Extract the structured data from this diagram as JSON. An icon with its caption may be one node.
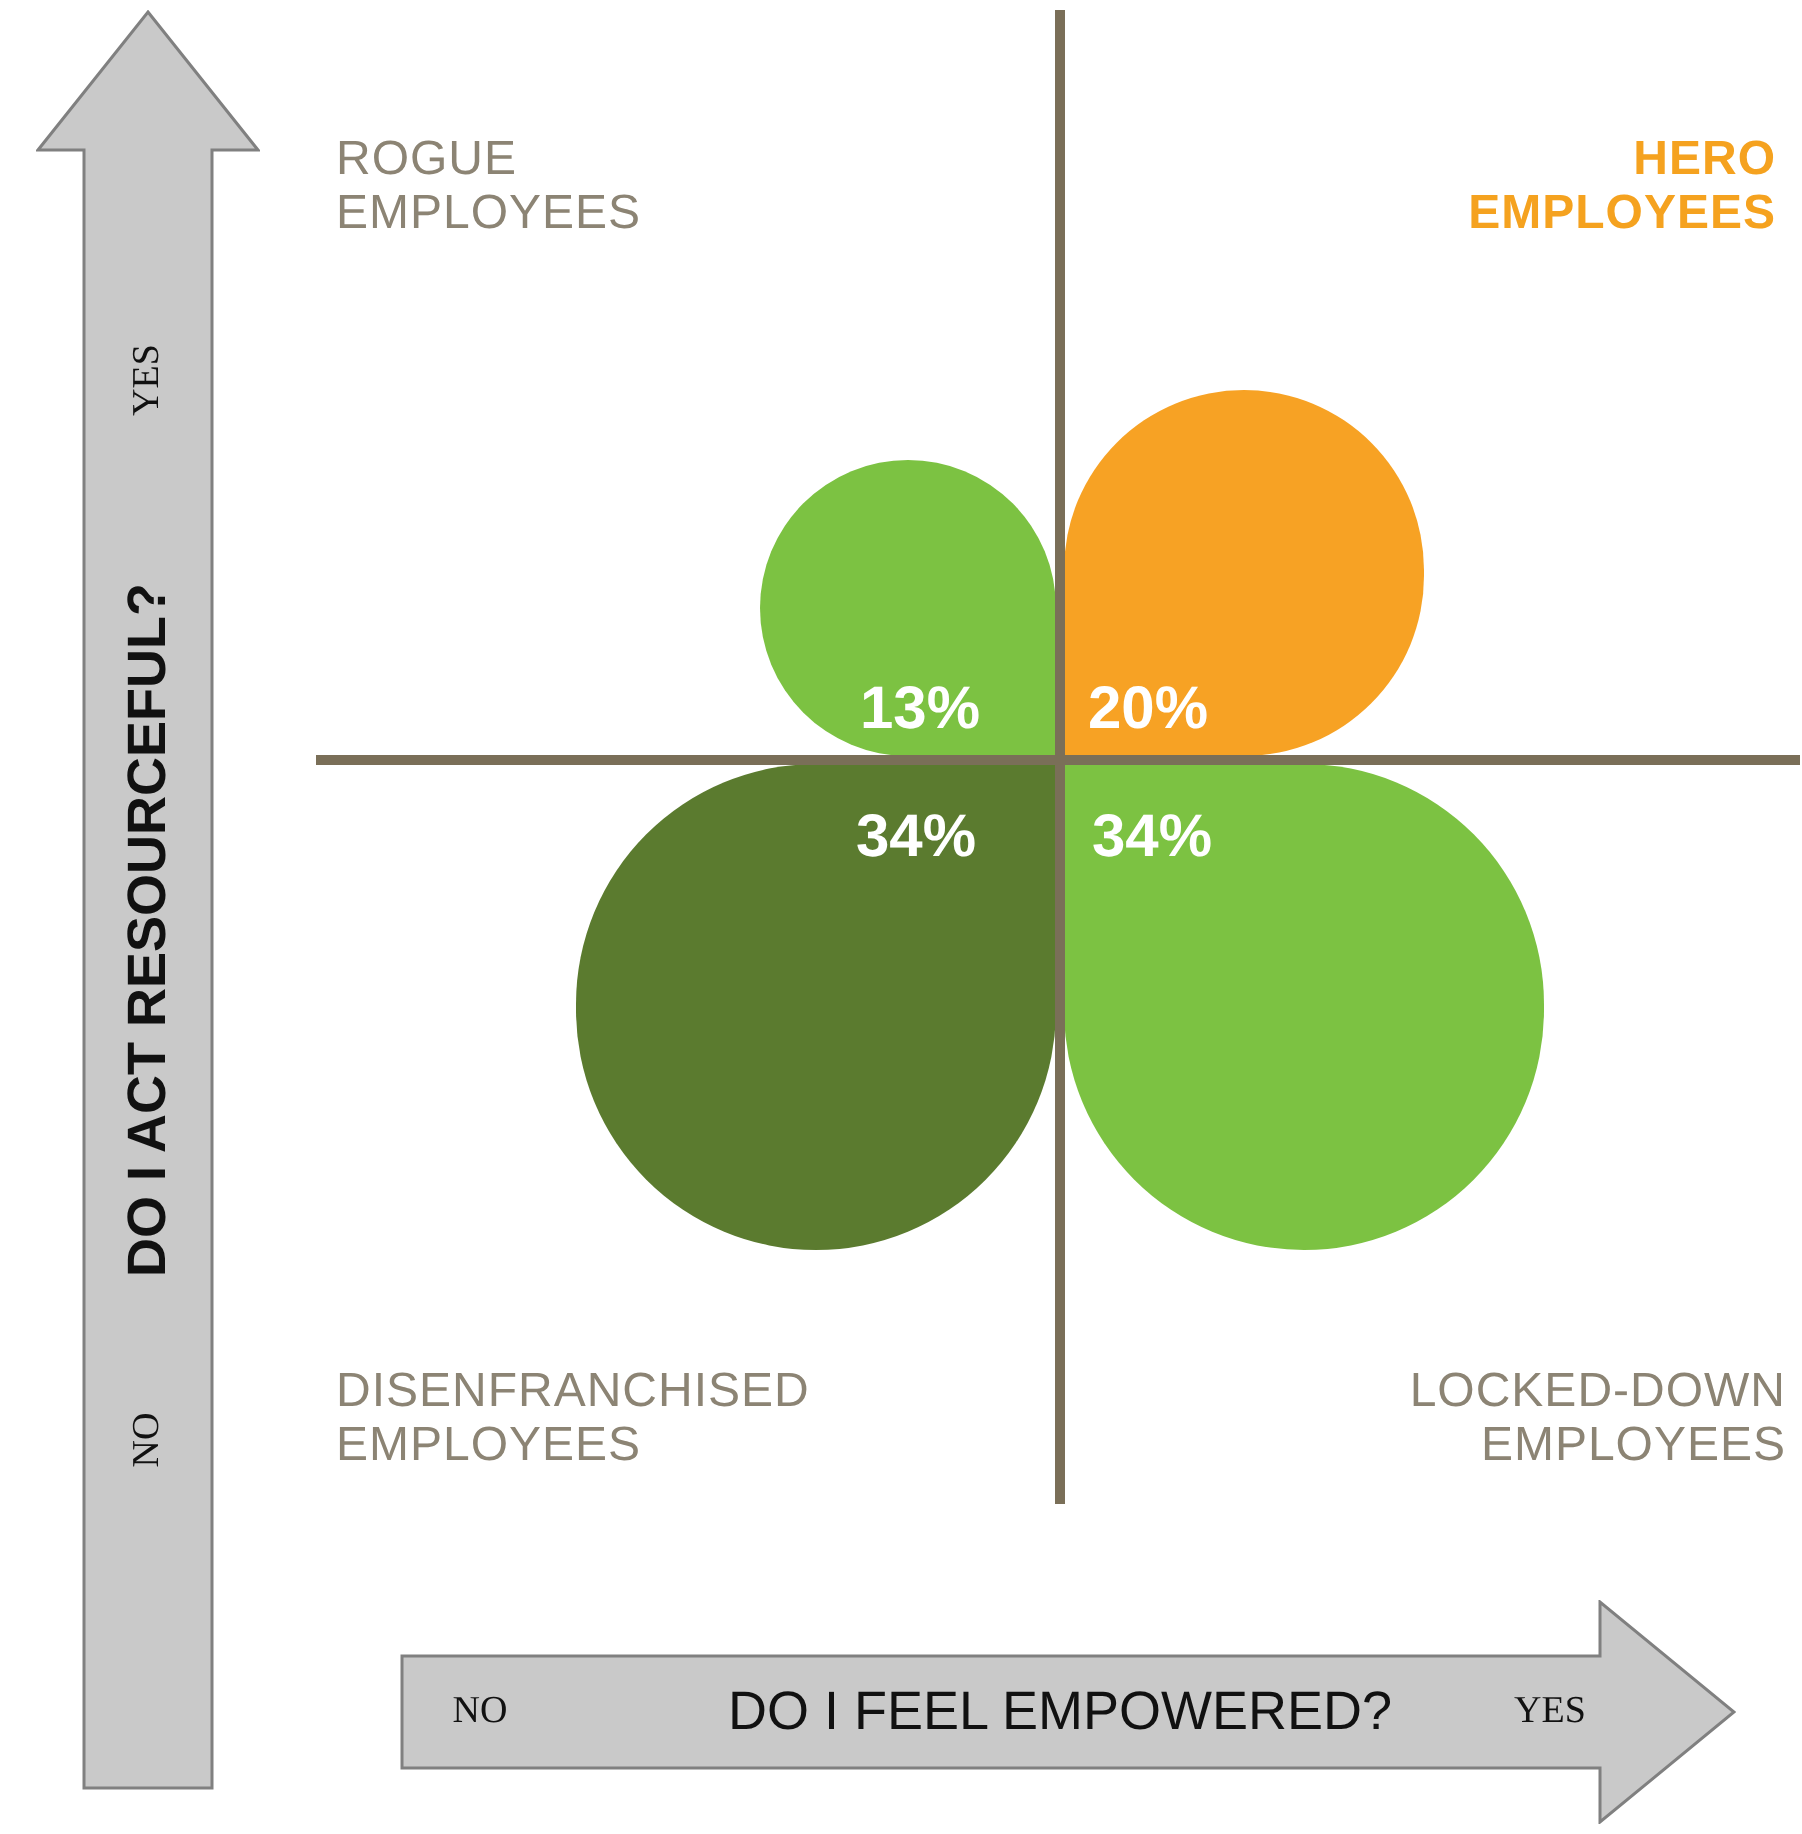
{
  "diagram": {
    "nodes": [
      {
        "text": [
          "NO",
          "DO I ACT RESOURCEFUL?",
          "YES"
        ]
      },
      {
        "text": [
          "13%"
        ]
      },
      {
        "text": [
          "20%"
        ]
      },
      {
        "text": [
          "34%"
        ]
      },
      {
        "text": [
          "34%"
        ]
      },
      {
        "text": [
          "NO",
          "DO I FEEL EMPOWERED?",
          "YES"
        ]
      }
    ],
    "edges": [],
    "labels": [
      "ROGUE EMPLOYEES",
      "HERO EMPLOYEES",
      "DISENFRANCHISED EMPLOYEES",
      "LOCKED-DOWN EMPLOYEES"
    ]
  }
}
